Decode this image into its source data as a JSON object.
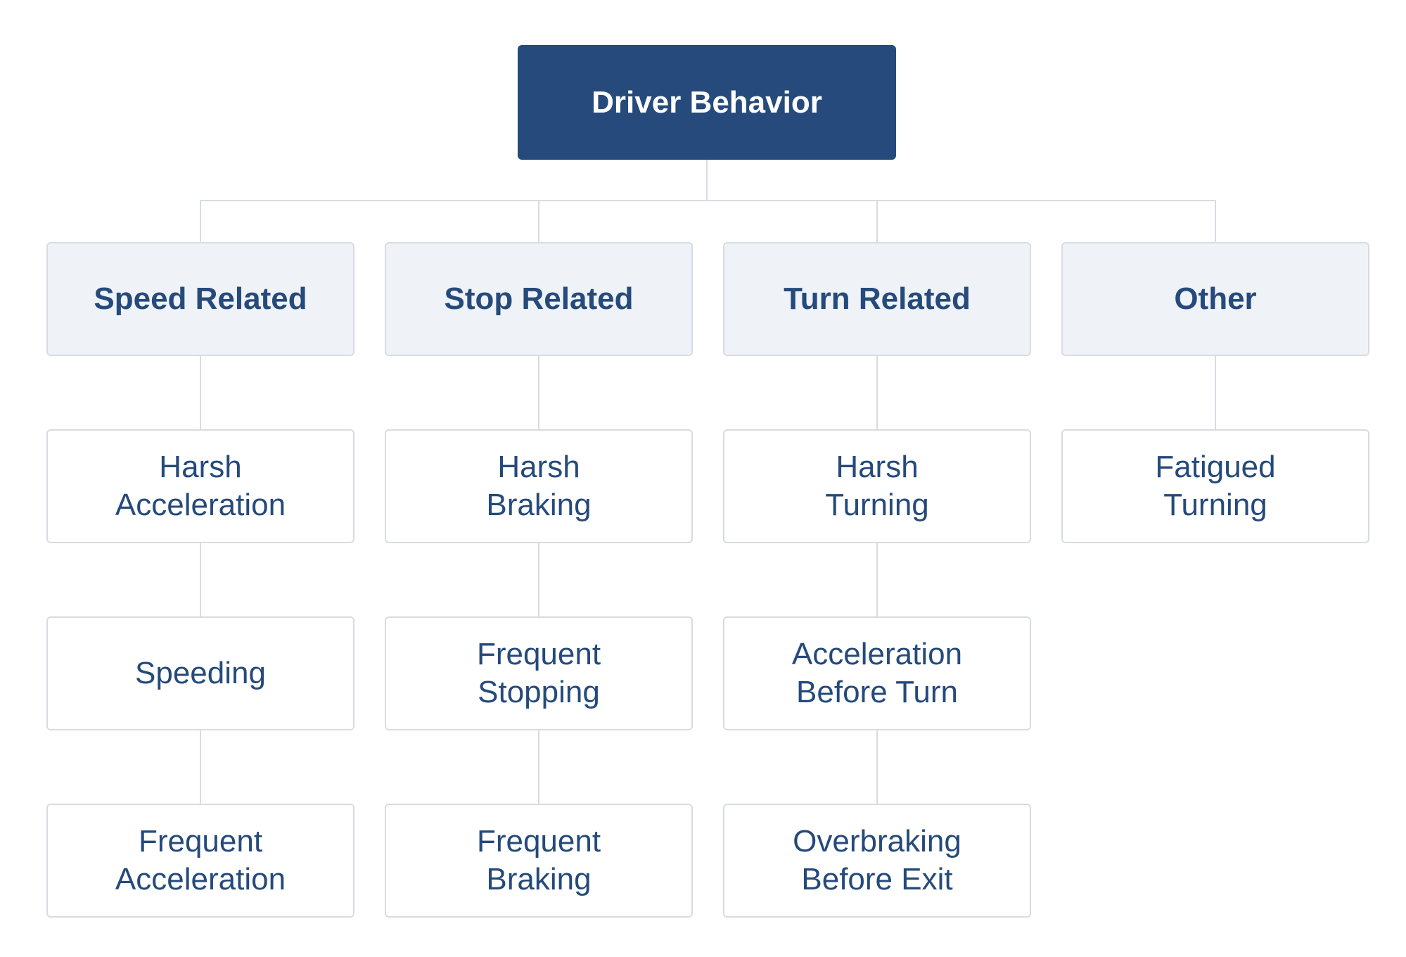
{
  "diagram": {
    "root": {
      "label": "Driver Behavior"
    },
    "categories": [
      {
        "label": "Speed Related",
        "items": [
          "Harsh\nAcceleration",
          "Speeding",
          "Frequent\nAcceleration"
        ]
      },
      {
        "label": "Stop Related",
        "items": [
          "Harsh\nBraking",
          "Frequent\nStopping",
          "Frequent\nBraking"
        ]
      },
      {
        "label": "Turn Related",
        "items": [
          "Harsh\nTurning",
          "Acceleration\nBefore Turn",
          "Overbraking\nBefore Exit"
        ]
      },
      {
        "label": "Other",
        "items": [
          "Fatigued\nTurning"
        ]
      }
    ],
    "colors": {
      "root_fill": "#254a7b",
      "root_text": "#ffffff",
      "category_fill": "#eff2f7",
      "node_text": "#254a7b",
      "border": "#d8dce2",
      "connector": "#d8dce2"
    }
  }
}
